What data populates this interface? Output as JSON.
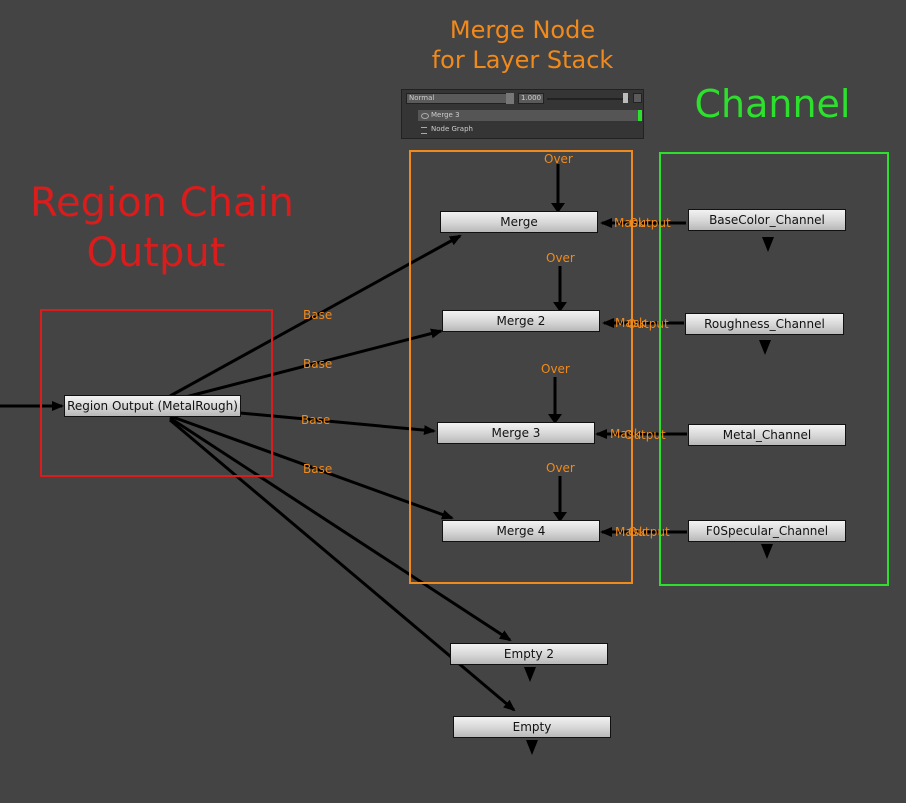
{
  "titles": {
    "merge_node_line1": "Merge Node",
    "merge_node_line2": "for Layer Stack",
    "channel": "Channel",
    "region_line1": "Region Chain",
    "region_line2": "Output"
  },
  "nodes": {
    "region_output": "Region Output (MetalRough)",
    "merge": "Merge",
    "merge2": "Merge 2",
    "merge3": "Merge 3",
    "merge4": "Merge 4",
    "basecolor": "BaseColor_Channel",
    "roughness": "Roughness_Channel",
    "metal": "Metal_Channel",
    "f0specular": "F0Specular_Channel",
    "empty2": "Empty 2",
    "empty": "Empty"
  },
  "labels": {
    "over": "Over",
    "base": "Base",
    "mask": "Mask",
    "output": "Output"
  },
  "widget": {
    "blend_mode": "Normal",
    "opacity": "1.000",
    "layer_name": "Merge 3",
    "graph_name": "Node Graph"
  },
  "colors": {
    "background": "#444444",
    "orange": "#f08a1c",
    "green": "#2ee02e",
    "red": "#d91c1c"
  }
}
